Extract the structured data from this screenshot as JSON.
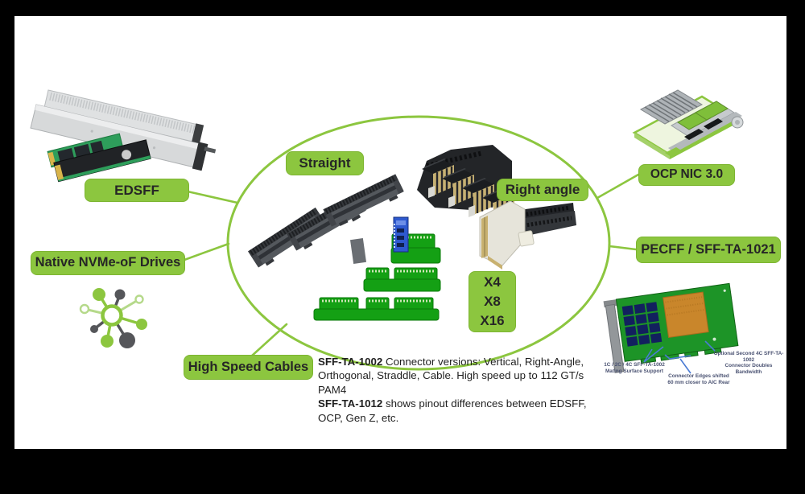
{
  "slide": {
    "background_color": "#000000",
    "canvas_color": "#ffffff",
    "accent_green": "#8CC63F",
    "pcb_green": "#14A014",
    "annotation_blue": "#4a7bd4"
  },
  "labels": {
    "edsff": "EDSFF",
    "native_nvmeof": "Native NVMe-oF Drives",
    "high_speed_cables": "High Speed Cables",
    "straight": "Straight",
    "right_angle": "Right angle",
    "lane_widths": [
      "X4",
      "X8",
      "X16"
    ],
    "ocp_nic": "OCP NIC 3.0",
    "pecff": "PECFF / SFF-TA-1021"
  },
  "description": {
    "item1_bold": "SFF-TA-1002",
    "item1_text": " Connector versions: Vertical, Right-Angle, Orthogonal, Straddle, Cable. High speed up to 112 GT/s PAM4",
    "item2_bold": "SFF-TA-1012",
    "item2_text": " shows pinout differences between EDSFF, OCP, Gen Z, etc."
  },
  "pecff_annotations": {
    "a1_line1": "1C / 2C / 4C SFF-TA-1002",
    "a1_line2": "Mating Surface Support",
    "a2_line1": "Connector Edges shifted",
    "a2_line2": "60 mm closer to AIC Rear",
    "a3_line1": "Optional Second 4C SFF-TA-1002",
    "a3_line2": "Connector Doubles Bandwidth"
  }
}
